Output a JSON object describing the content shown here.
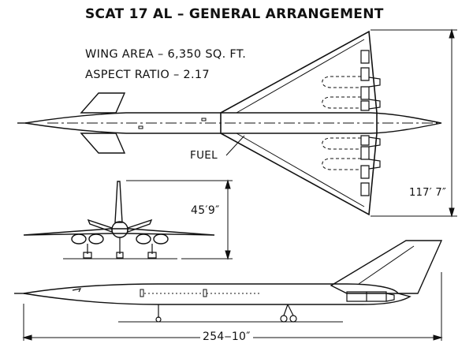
{
  "diagram": {
    "title": "SCAT 17 AL – GENERAL ARRANGEMENT",
    "specs": {
      "wing_area": "WING AREA – 6,350 SQ. FT.",
      "aspect_ratio": "ASPECT RATIO – 2.17"
    },
    "callouts": {
      "fuel": "FUEL"
    },
    "dimensions": {
      "span": "117′ 7″",
      "height": "45′9″",
      "length": "254‒10″"
    },
    "views": [
      "plan-view",
      "front-view",
      "side-view"
    ]
  }
}
